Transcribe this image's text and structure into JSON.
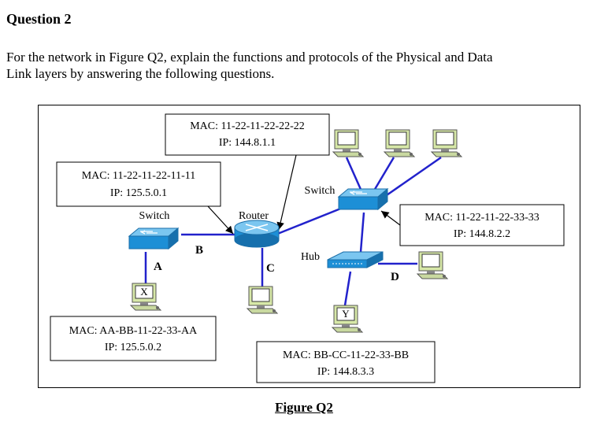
{
  "question": {
    "title": "Question 2",
    "line1": "For the network in Figure Q2, explain the functions and protocols of the Physical and Data",
    "line2": "Link layers by answering the following questions."
  },
  "figure": {
    "caption": "Figure Q2",
    "router": {
      "label": "Router",
      "mac": "MAC: 11-22-11-22-22-22",
      "ip": "IP: 144.8.1.1"
    },
    "left_switch": {
      "label": "Switch",
      "mac": "MAC: 11-22-11-22-11-11",
      "ip": "IP: 125.5.0.1"
    },
    "right_switch": {
      "label": "Switch",
      "mac": "MAC: 11-22-11-22-33-33",
      "ip": "IP: 144.8.2.2"
    },
    "host_x": {
      "label": "X",
      "mac": "MAC: AA-BB-11-22-33-AA",
      "ip": "IP: 125.5.0.2"
    },
    "host_y": {
      "label": "Y",
      "mac": "MAC: BB-CC-11-22-33-BB",
      "ip": "IP: 144.8.3.3"
    },
    "hub": {
      "label": "Hub"
    },
    "links": {
      "a": "A",
      "b": "B",
      "c": "C",
      "d": "D"
    },
    "colors": {
      "link": "#2222cc",
      "device": "#1d8fd6",
      "monitor": "#d7e8a8",
      "line": "#000000"
    }
  }
}
